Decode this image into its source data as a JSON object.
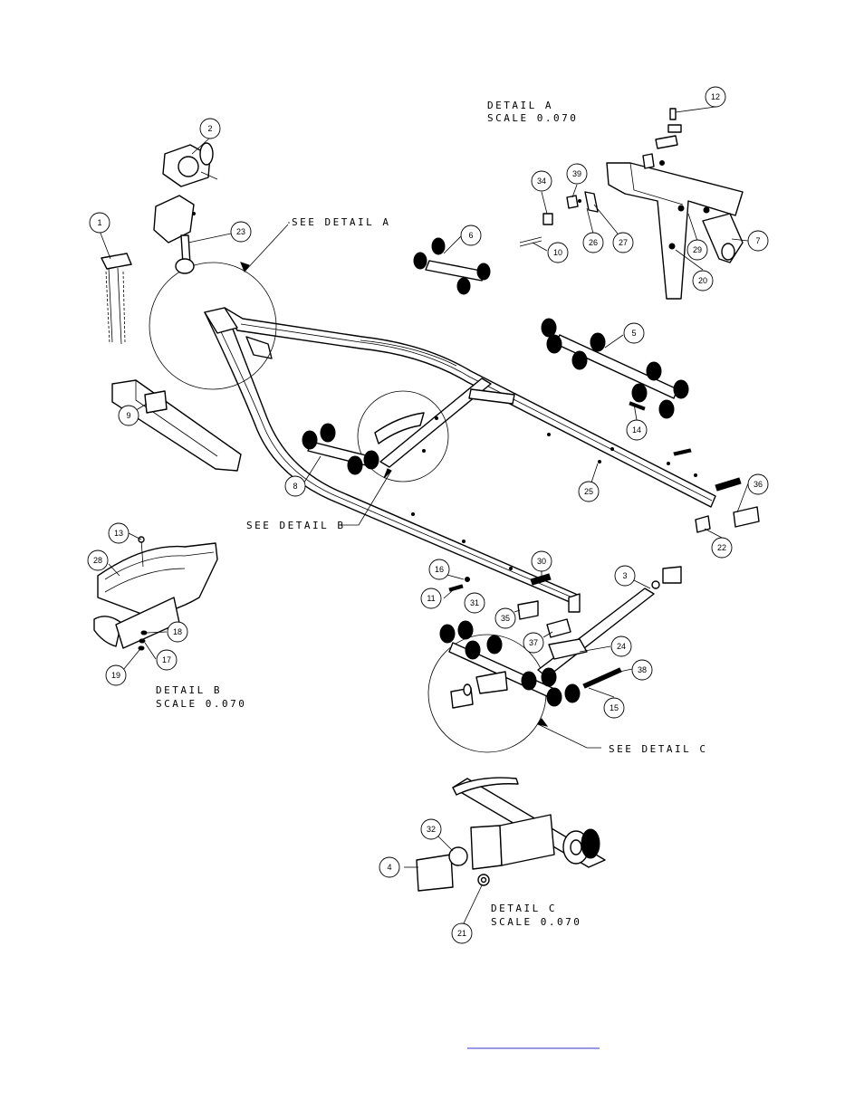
{
  "detail_labels": {
    "a": {
      "title": "DETAIL  A",
      "scale": "SCALE  0.070"
    },
    "b": {
      "title": "DETAIL  B",
      "scale": "SCALE  0.070"
    },
    "c": {
      "title": "DETAIL  C",
      "scale": "SCALE  0.070"
    }
  },
  "callouts": {
    "see_a": "SEE DETAIL  A",
    "see_b": "SEE DETAIL  B",
    "see_c": "SEE DETAIL  C"
  },
  "balloons": {
    "b1": "1",
    "b2": "2",
    "b3": "3",
    "b4": "4",
    "b5": "5",
    "b6": "6",
    "b7": "7",
    "b8": "8",
    "b9": "9",
    "b10": "10",
    "b11": "11",
    "b12": "12",
    "b13": "13",
    "b14": "14",
    "b15": "15",
    "b16": "16",
    "b17": "17",
    "b18": "18",
    "b19": "19",
    "b20": "20",
    "b21": "21",
    "b22": "22",
    "b23": "23",
    "b24": "24",
    "b25": "25",
    "b26": "26",
    "b27": "27",
    "b28": "28",
    "b29": "29",
    "b30": "30",
    "b31": "31",
    "b32": "32",
    "b34": "34",
    "b35": "35",
    "b36": "36",
    "b37": "37",
    "b38": "38",
    "b39": "39"
  },
  "colors": {
    "ink": "#000000",
    "paper": "#ffffff"
  }
}
